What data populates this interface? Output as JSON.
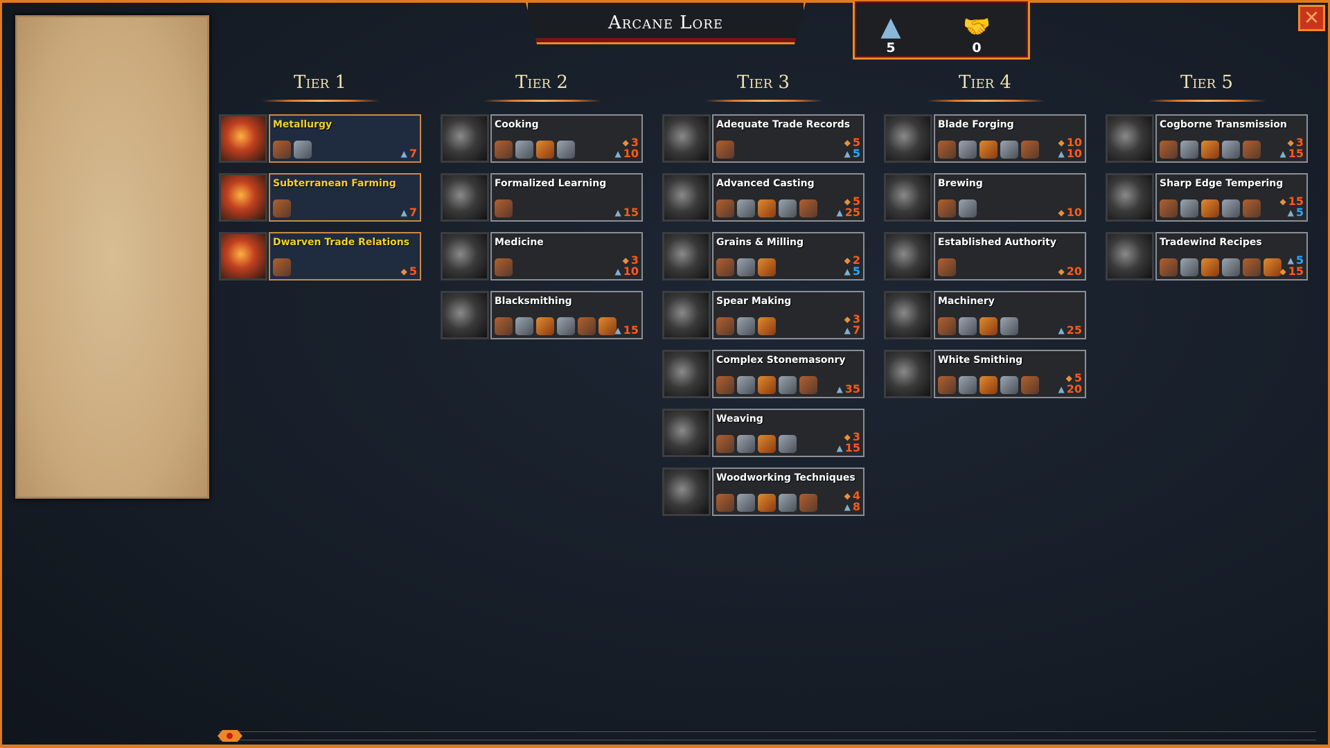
{
  "title": "Arcane Lore",
  "resources": [
    {
      "icon": "lore-triangle-icon",
      "glyph": "▲",
      "value": "5",
      "color": "#8ab8d8"
    },
    {
      "icon": "handshake-icon",
      "glyph": "🤝",
      "value": "0",
      "color": "#e8a040"
    }
  ],
  "close_glyph": "✕",
  "colors": {
    "gem": "#e8913a",
    "lore": "#7fb0d0",
    "orange_value": "#ff5a1a",
    "blue_value": "#2aa8ff",
    "unlocked_title": "#f3d22a"
  },
  "tiers": [
    {
      "label": "Tier 1",
      "techs": [
        {
          "name": "Metallurgy",
          "unlocked": true,
          "items": [
            "copper-bar-icon",
            "ore-icon"
          ],
          "costs": [
            {
              "type": "lore",
              "value": "7",
              "color": "orange"
            }
          ]
        },
        {
          "name": "Subterranean Farming",
          "unlocked": true,
          "items": [
            "farm-tools-icon"
          ],
          "costs": [
            {
              "type": "lore",
              "value": "7",
              "color": "orange"
            }
          ]
        },
        {
          "name": "Dwarven Trade Relations",
          "unlocked": true,
          "items": [
            "cloth-bundle-icon"
          ],
          "costs": [
            {
              "type": "gem",
              "value": "5",
              "color": "orange"
            }
          ]
        }
      ]
    },
    {
      "label": "Tier 2",
      "techs": [
        {
          "name": "Cooking",
          "items": [
            "cheese-icon",
            "skewer-icon",
            "soup-icon",
            "noodles-icon"
          ],
          "costs": [
            {
              "type": "gem",
              "value": "3",
              "color": "orange"
            },
            {
              "type": "lore",
              "value": "10",
              "color": "orange"
            }
          ]
        },
        {
          "name": "Formalized Learning",
          "items": [
            "alchemy-icon"
          ],
          "costs": [
            {
              "type": "lore",
              "value": "15",
              "color": "orange"
            }
          ]
        },
        {
          "name": "Medicine",
          "items": [
            "medicine-icon"
          ],
          "costs": [
            {
              "type": "gem",
              "value": "3",
              "color": "orange"
            },
            {
              "type": "lore",
              "value": "10",
              "color": "orange"
            }
          ]
        },
        {
          "name": "Blacksmithing",
          "items": [
            "ingot-icon",
            "plate-icon",
            "anvil-icon",
            "shovel-icon",
            "pack-icon",
            "pickaxe-icon"
          ],
          "costs": [
            {
              "type": "lore",
              "value": "15",
              "color": "orange"
            }
          ]
        }
      ]
    },
    {
      "label": "Tier 3",
      "techs": [
        {
          "name": "Adequate Trade Records",
          "items": [
            "crate-icon"
          ],
          "costs": [
            {
              "type": "gem",
              "value": "5",
              "color": "orange"
            },
            {
              "type": "lore",
              "value": "5",
              "color": "blue"
            }
          ]
        },
        {
          "name": "Advanced Casting",
          "items": [
            "block-icon",
            "slab-icon",
            "ore-icon",
            "plate-icon",
            "sword-icon"
          ],
          "costs": [
            {
              "type": "gem",
              "value": "5",
              "color": "orange"
            },
            {
              "type": "lore",
              "value": "25",
              "color": "orange"
            }
          ]
        },
        {
          "name": "Grains & Milling",
          "items": [
            "wheat-icon",
            "flour-sack-icon",
            "bread-icon"
          ],
          "costs": [
            {
              "type": "gem",
              "value": "2",
              "color": "orange"
            },
            {
              "type": "lore",
              "value": "5",
              "color": "blue"
            }
          ]
        },
        {
          "name": "Spear Making",
          "items": [
            "scroll-icon",
            "spear-icon",
            "spearhead-icon"
          ],
          "costs": [
            {
              "type": "gem",
              "value": "3",
              "color": "orange"
            },
            {
              "type": "lore",
              "value": "7",
              "color": "orange"
            }
          ]
        },
        {
          "name": "Complex Stonemasonry",
          "items": [
            "stone-icon",
            "brick-icon",
            "furnace-icon",
            "chisel-icon",
            "tablet-icon"
          ],
          "costs": [
            {
              "type": "lore",
              "value": "35",
              "color": "orange"
            }
          ]
        },
        {
          "name": "Weaving",
          "items": [
            "cloth-icon",
            "pattern-icon",
            "yarn-icon",
            "loom-icon"
          ],
          "costs": [
            {
              "type": "gem",
              "value": "3",
              "color": "orange"
            },
            {
              "type": "lore",
              "value": "15",
              "color": "orange"
            }
          ]
        },
        {
          "name": "Woodworking Techniques",
          "items": [
            "chair-icon",
            "plan-icon",
            "axe-icon",
            "hammer-icon",
            "saw-icon"
          ],
          "costs": [
            {
              "type": "gem",
              "value": "4",
              "color": "orange"
            },
            {
              "type": "lore",
              "value": "8",
              "color": "orange"
            }
          ]
        }
      ]
    },
    {
      "label": "Tier 4",
      "techs": [
        {
          "name": "Blade Forging",
          "items": [
            "blade-icon",
            "sword-icon",
            "sickle-icon",
            "hammer-icon",
            "blueprint-icon"
          ],
          "costs": [
            {
              "type": "gem",
              "value": "10",
              "color": "orange"
            },
            {
              "type": "lore",
              "value": "10",
              "color": "orange"
            }
          ]
        },
        {
          "name": "Brewing",
          "items": [
            "keg-icon",
            "mug-icon"
          ],
          "costs": [
            {
              "type": "gem",
              "value": "10",
              "color": "orange"
            }
          ]
        },
        {
          "name": "Established Authority",
          "items": [
            "trophy-icon"
          ],
          "costs": [
            {
              "type": "gem",
              "value": "20",
              "color": "orange"
            }
          ]
        },
        {
          "name": "Machinery",
          "items": [
            "gear-icon",
            "frame-icon",
            "press-icon",
            "rail-icon"
          ],
          "costs": [
            {
              "type": "lore",
              "value": "25",
              "color": "orange"
            }
          ]
        },
        {
          "name": "White Smithing",
          "items": [
            "gold-bar-icon",
            "crystal-icon",
            "ring-icon",
            "gem-plate-icon",
            "tool-icon"
          ],
          "costs": [
            {
              "type": "gem",
              "value": "5",
              "color": "orange"
            },
            {
              "type": "lore",
              "value": "20",
              "color": "orange"
            }
          ]
        }
      ]
    },
    {
      "label": "Tier 5",
      "techs": [
        {
          "name": "Cogborne Transmission",
          "items": [
            "plate-icon",
            "minecart-icon",
            "engine-icon",
            "conveyor-icon",
            "rail-icon"
          ],
          "costs": [
            {
              "type": "gem",
              "value": "3",
              "color": "orange"
            },
            {
              "type": "lore",
              "value": "15",
              "color": "orange"
            }
          ]
        },
        {
          "name": "Sharp Edge Tempering",
          "items": [
            "blade-icon",
            "hook-icon",
            "claw-icon",
            "saw-icon",
            "blueprint-icon"
          ],
          "costs": [
            {
              "type": "gem",
              "value": "15",
              "color": "orange"
            },
            {
              "type": "lore",
              "value": "5",
              "color": "blue"
            }
          ]
        },
        {
          "name": "Tradewind Recipes",
          "items": [
            "jelly-icon",
            "pastry-icon",
            "marshmallow-icon",
            "cake-icon",
            "ribs-icon",
            "fancy-dish-icon"
          ],
          "costs": [
            {
              "type": "lore",
              "value": "5",
              "color": "blue"
            },
            {
              "type": "gem",
              "value": "15",
              "color": "orange"
            }
          ]
        }
      ]
    }
  ]
}
